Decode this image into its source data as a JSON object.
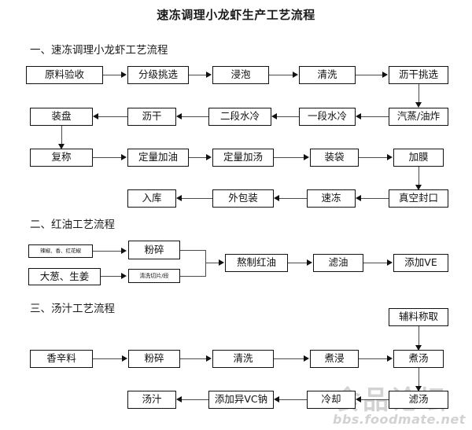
{
  "document": {
    "title": "速冻调理小龙虾生产工艺流程",
    "watermark": {
      "text": "食品论坛",
      "url": "bbs.foodmate.net"
    }
  },
  "sections": [
    {
      "heading": "一、速冻调理小龙虾工艺流程",
      "rows": [
        {
          "direction": "right",
          "nodes": [
            "原料验收",
            "分级挑选",
            "浸泡",
            "清洗",
            "沥干挑选"
          ]
        },
        {
          "direction": "left",
          "nodes": [
            "装盘",
            "沥干",
            "二段水冷",
            "一段水冷",
            "汽蒸/油炸"
          ]
        },
        {
          "direction": "right",
          "nodes": [
            "复称",
            "定量加油",
            "定量加汤",
            "装袋",
            "加膜"
          ]
        },
        {
          "direction": "left",
          "nodes": [
            "入库",
            "外包装",
            "速冻",
            "真空封口"
          ]
        }
      ]
    },
    {
      "heading": "二、红油工艺流程",
      "inputs": [
        "辣椒、香、红花椒",
        "大葱、生姜"
      ],
      "processes": [
        "粉碎",
        "清洗切片/段"
      ],
      "chain": [
        "熬制红油",
        "滤油",
        "添加VE"
      ]
    },
    {
      "heading": "三、汤汁工艺流程",
      "feed": "辅料称取",
      "rows": [
        {
          "direction": "right",
          "nodes": [
            "香辛料",
            "粉碎",
            "清洗",
            "煮浸",
            "煮汤"
          ]
        },
        {
          "direction": "left",
          "nodes": [
            "汤汁",
            "添加异VC钠",
            "冷却",
            "滤汤"
          ]
        }
      ]
    }
  ]
}
